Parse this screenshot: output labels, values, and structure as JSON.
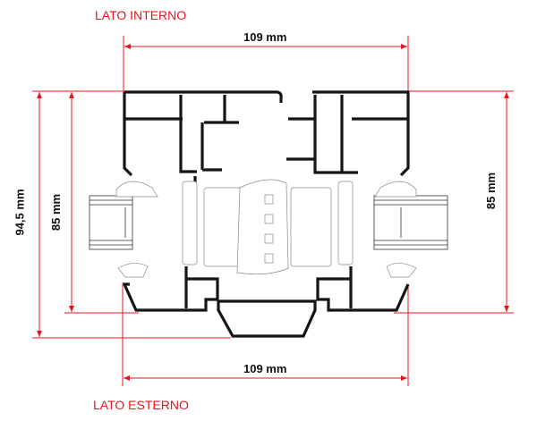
{
  "labels": {
    "interior_side": "LATO INTERNO",
    "exterior_side": "LATO ESTERNO"
  },
  "dimensions": {
    "top_width": "109 mm",
    "bottom_width": "109 mm",
    "left_total_height": "94,5 mm",
    "left_height": "85 mm",
    "right_height": "85 mm"
  },
  "colors": {
    "dimension_lines": "#e8141c",
    "profile": "#151515"
  }
}
